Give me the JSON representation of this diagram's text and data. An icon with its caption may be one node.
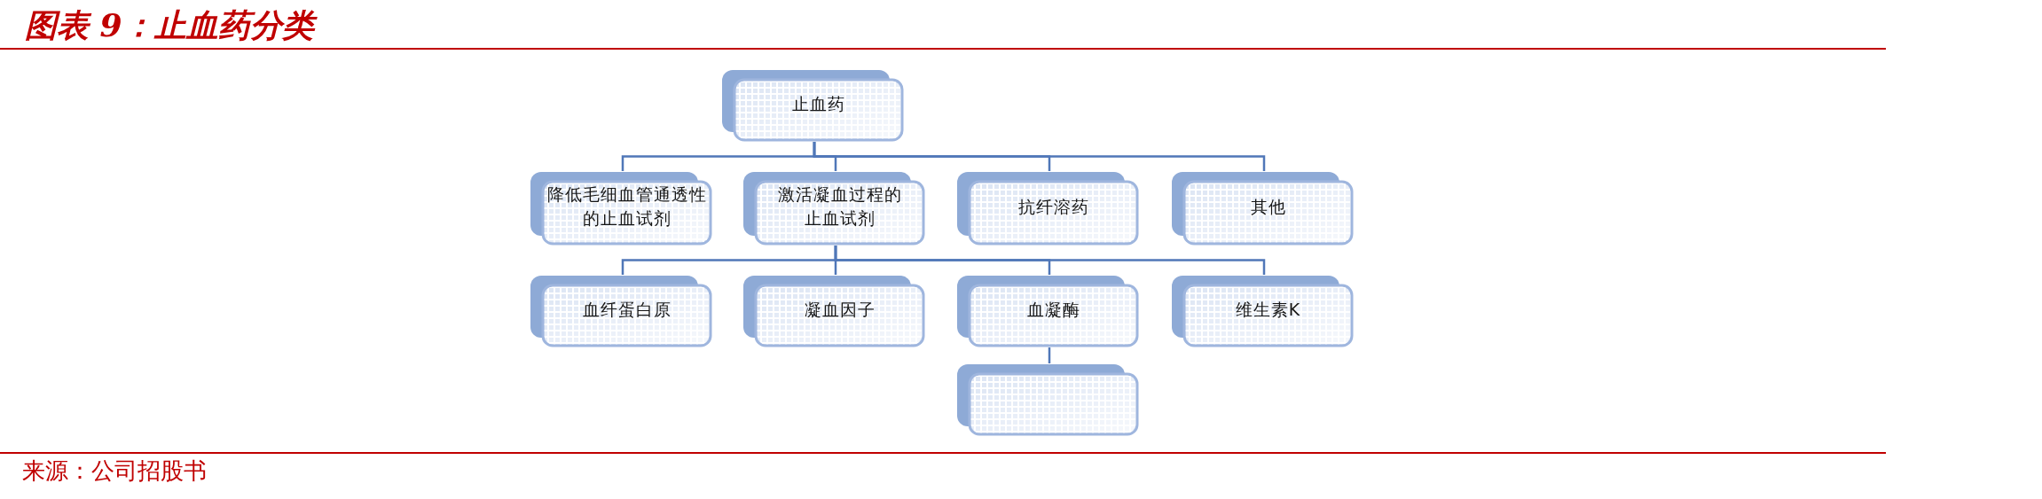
{
  "diagram": {
    "title": "图表 9：止血药分类",
    "nodes": [
      {
        "text": [
          "止血药"
        ]
      },
      {
        "text": [
          "降低毛细血管通透性的止血试剂"
        ]
      },
      {
        "text": [
          "激活凝血过程的止血试剂"
        ]
      },
      {
        "text": [
          "抗纤溶药"
        ]
      },
      {
        "text": [
          "其他"
        ]
      },
      {
        "text": [
          "血纤蛋白原"
        ]
      },
      {
        "text": [
          "凝血因子"
        ]
      },
      {
        "text": [
          "血凝酶"
        ]
      },
      {
        "text": [
          "维生素K"
        ]
      },
      {
        "text": [],
        "shape": "box"
      }
    ],
    "edges": [
      {
        "from": 0,
        "to": 1,
        "arrow": "none"
      },
      {
        "from": 0,
        "to": 2,
        "arrow": "none"
      },
      {
        "from": 0,
        "to": 3,
        "arrow": "none"
      },
      {
        "from": 0,
        "to": 4,
        "arrow": "none"
      },
      {
        "from": 2,
        "to": 5,
        "arrow": "none"
      },
      {
        "from": 2,
        "to": 6,
        "arrow": "none"
      },
      {
        "from": 2,
        "to": 7,
        "arrow": "none"
      },
      {
        "from": 2,
        "to": 8,
        "arrow": "none"
      },
      {
        "from": 7,
        "to": 9,
        "arrow": "none"
      }
    ],
    "labels": [
      "来源：公司招股书"
    ]
  }
}
